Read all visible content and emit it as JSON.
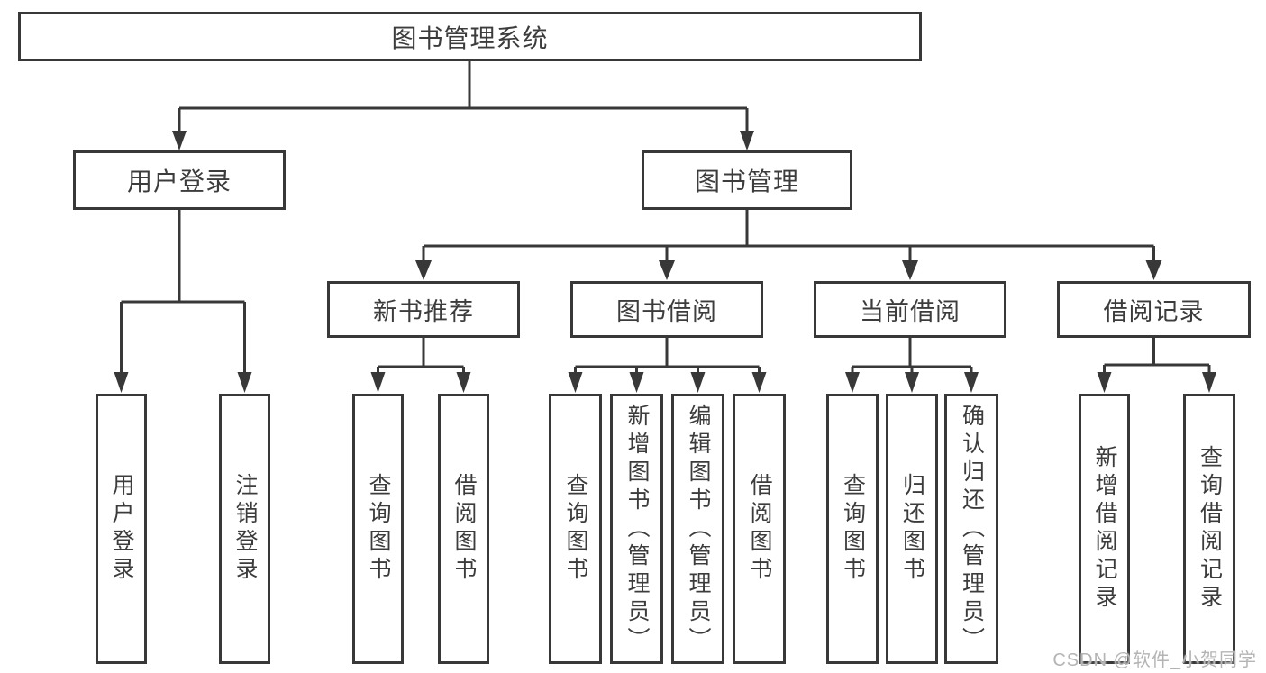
{
  "diagram_title": "图书管理系统",
  "watermark": "CSDN @软件_小贺同学",
  "colors": {
    "line": "#383838",
    "border": "#383838",
    "text": "#3c3c3c",
    "background": "#ffffff",
    "watermark": "#b4b4b4"
  },
  "tree": {
    "label": "图书管理系统",
    "children": [
      {
        "label": "用户登录",
        "children": [
          {
            "label": "用户登录"
          },
          {
            "label": "注销登录"
          }
        ]
      },
      {
        "label": "图书管理",
        "children": [
          {
            "label": "新书推荐",
            "children": [
              {
                "label": "查询图书"
              },
              {
                "label": "借阅图书"
              }
            ]
          },
          {
            "label": "图书借阅",
            "children": [
              {
                "label": "查询图书"
              },
              {
                "label": "新增图书（管理员）"
              },
              {
                "label": "编辑图书（管理员）"
              },
              {
                "label": "借阅图书"
              }
            ]
          },
          {
            "label": "当前借阅",
            "children": [
              {
                "label": "查询图书"
              },
              {
                "label": "归还图书"
              },
              {
                "label": "确认归还（管理员）"
              }
            ]
          },
          {
            "label": "借阅记录",
            "children": [
              {
                "label": "新增借阅记录"
              },
              {
                "label": "查询借阅记录"
              }
            ]
          }
        ]
      }
    ]
  }
}
